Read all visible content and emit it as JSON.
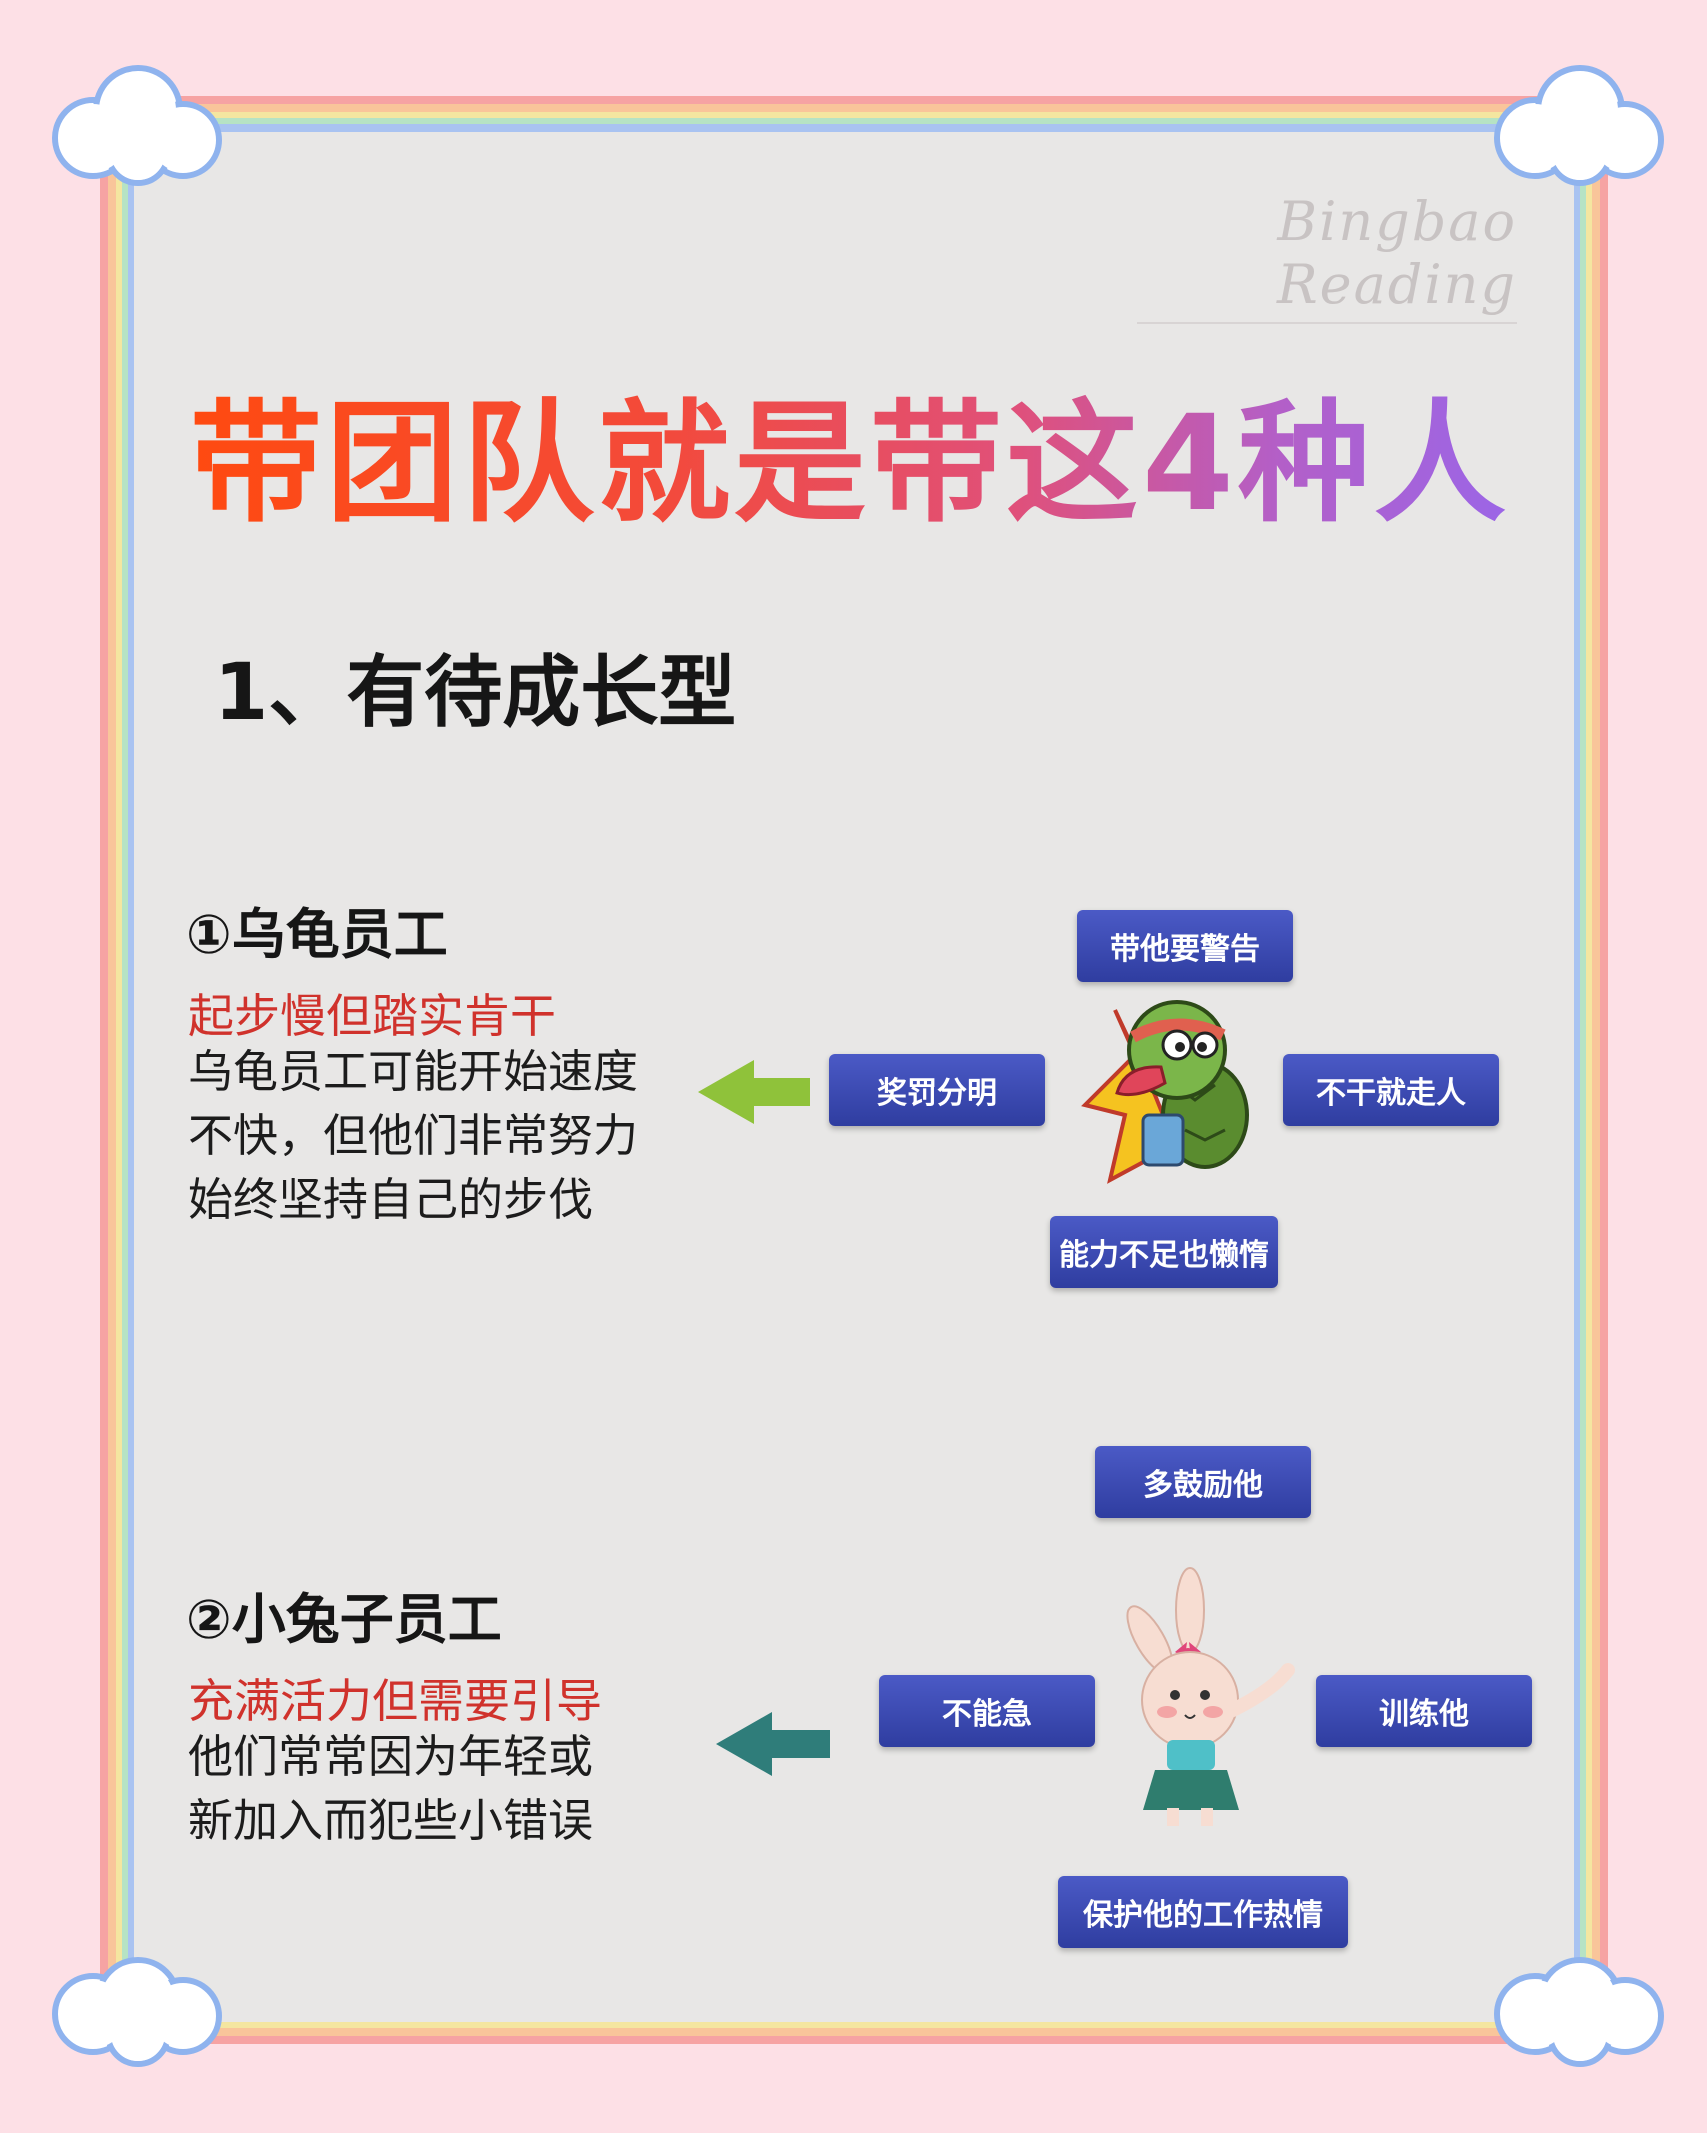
{
  "watermark": "Bingbao Reading",
  "title": "带团队就是带这4种人",
  "section": "1、有待成长型",
  "turtle": {
    "heading": "①乌龟员工",
    "highlight": "起步慢但踏实肯干",
    "lines": [
      "乌龟员工可能开始速度",
      "不快，但他们非常努力",
      "始终坚持自己的步伐"
    ],
    "pills": {
      "top": "带他要警告",
      "left": "奖罚分明",
      "right": "不干就走人",
      "bottom": "能力不足也懒惰"
    },
    "arrow_color": "#8fc23a"
  },
  "rabbit": {
    "heading": "②小兔子员工",
    "highlight": "充满活力但需要引导",
    "lines": [
      "他们常常因为年轻或",
      "新加入而犯些小错误"
    ],
    "pills": {
      "top": "多鼓励他",
      "left": "不能急",
      "right": "训练他",
      "bottom": "保护他的工作热情"
    },
    "arrow_color": "#2f7d7a"
  },
  "colors": {
    "pill": "#3a48b0",
    "highlight": "#d0322c",
    "card_bg": "#e8e7e6",
    "page_bg": "#fde0e6"
  }
}
